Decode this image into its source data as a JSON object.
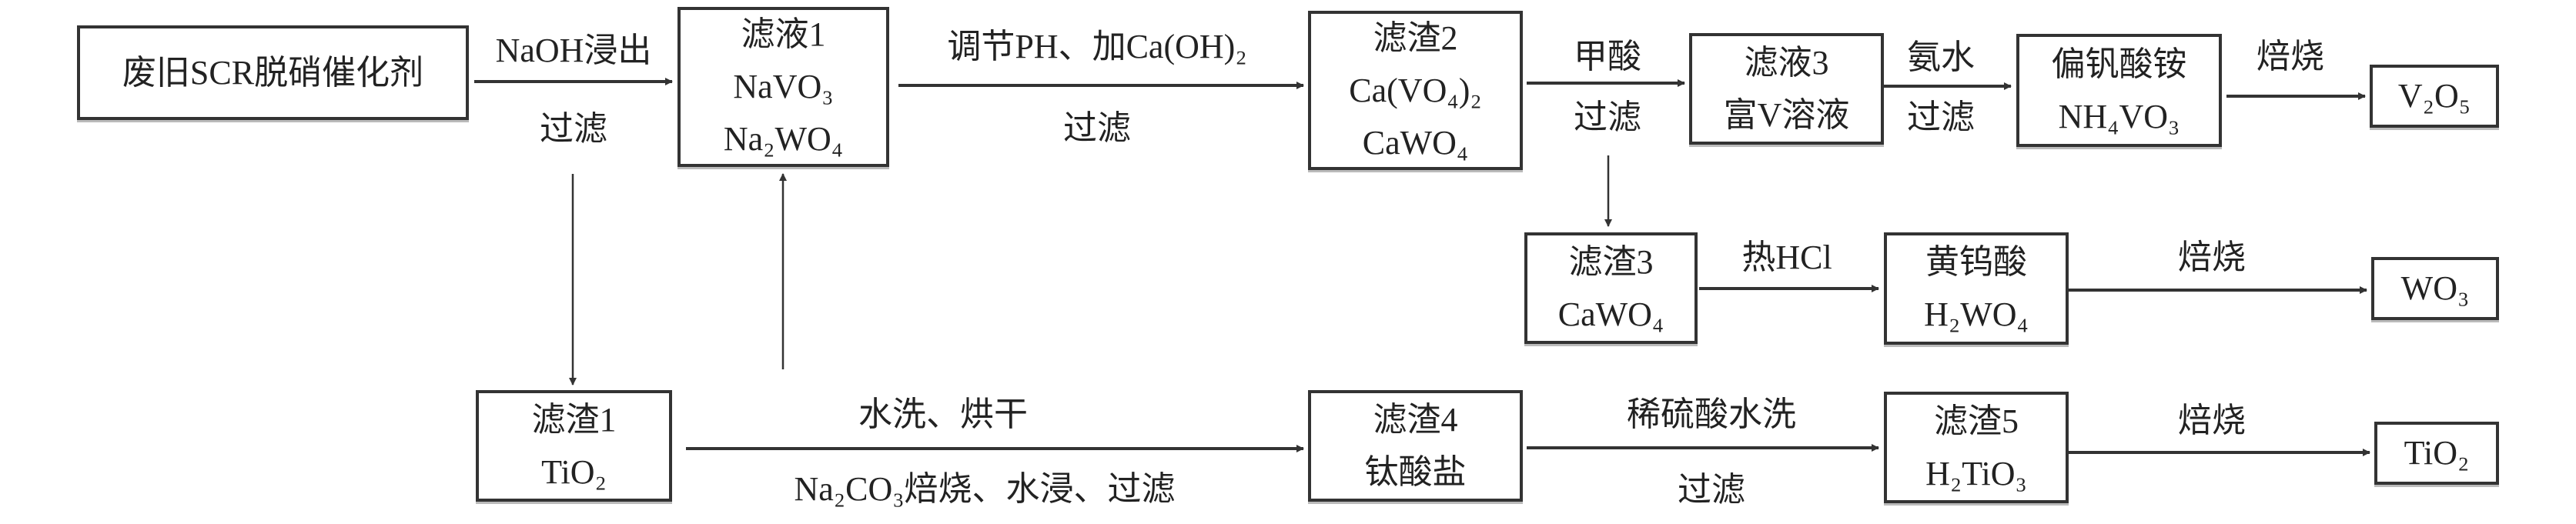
{
  "nodes": {
    "catalyst": [
      "废旧SCR脱硝催化剂"
    ],
    "filtrate1": [
      "滤液1",
      "NaVO₃",
      "Na₂WO₄"
    ],
    "residue2": [
      "滤渣2",
      "Ca(VO₄)₂",
      "CaWO₄"
    ],
    "filtrate3": [
      "滤液3",
      "富V溶液"
    ],
    "ammonium_metavanadate": [
      "偏钒酸铵",
      "NH₄VO₃"
    ],
    "v2o5": [
      "V₂O₅"
    ],
    "residue3": [
      "滤渣3",
      "CaWO₄"
    ],
    "tungstic_acid": [
      "黄钨酸",
      "H₂WO₄"
    ],
    "wo3": [
      "WO₃"
    ],
    "residue1": [
      "滤渣1",
      "TiO₂"
    ],
    "residue4": [
      "滤渣4",
      "钛酸盐"
    ],
    "residue5": [
      "滤渣5",
      "H₂TiO₃"
    ],
    "tio2": [
      "TiO₂"
    ]
  },
  "edges": {
    "naoh_leach": {
      "above": "NaOH浸出",
      "below": "过滤"
    },
    "adjust_ph": {
      "above": "调节PH、加Ca(OH)₂",
      "below": "过滤"
    },
    "formic_acid": {
      "above": "甲酸",
      "below": "过滤"
    },
    "ammonia": {
      "above": "氨水",
      "below": "过滤"
    },
    "roast_v": {
      "above": "焙烧"
    },
    "hot_hcl": {
      "above": "热HCl"
    },
    "roast_w": {
      "above": "焙烧"
    },
    "wash_dry": {
      "above": "水洗、烘干",
      "below": "Na₂CO₃焙烧、水浸、过滤"
    },
    "dilute_acid": {
      "above": "稀硫酸水洗",
      "below": "过滤"
    },
    "roast_ti": {
      "above": "焙烧"
    }
  }
}
